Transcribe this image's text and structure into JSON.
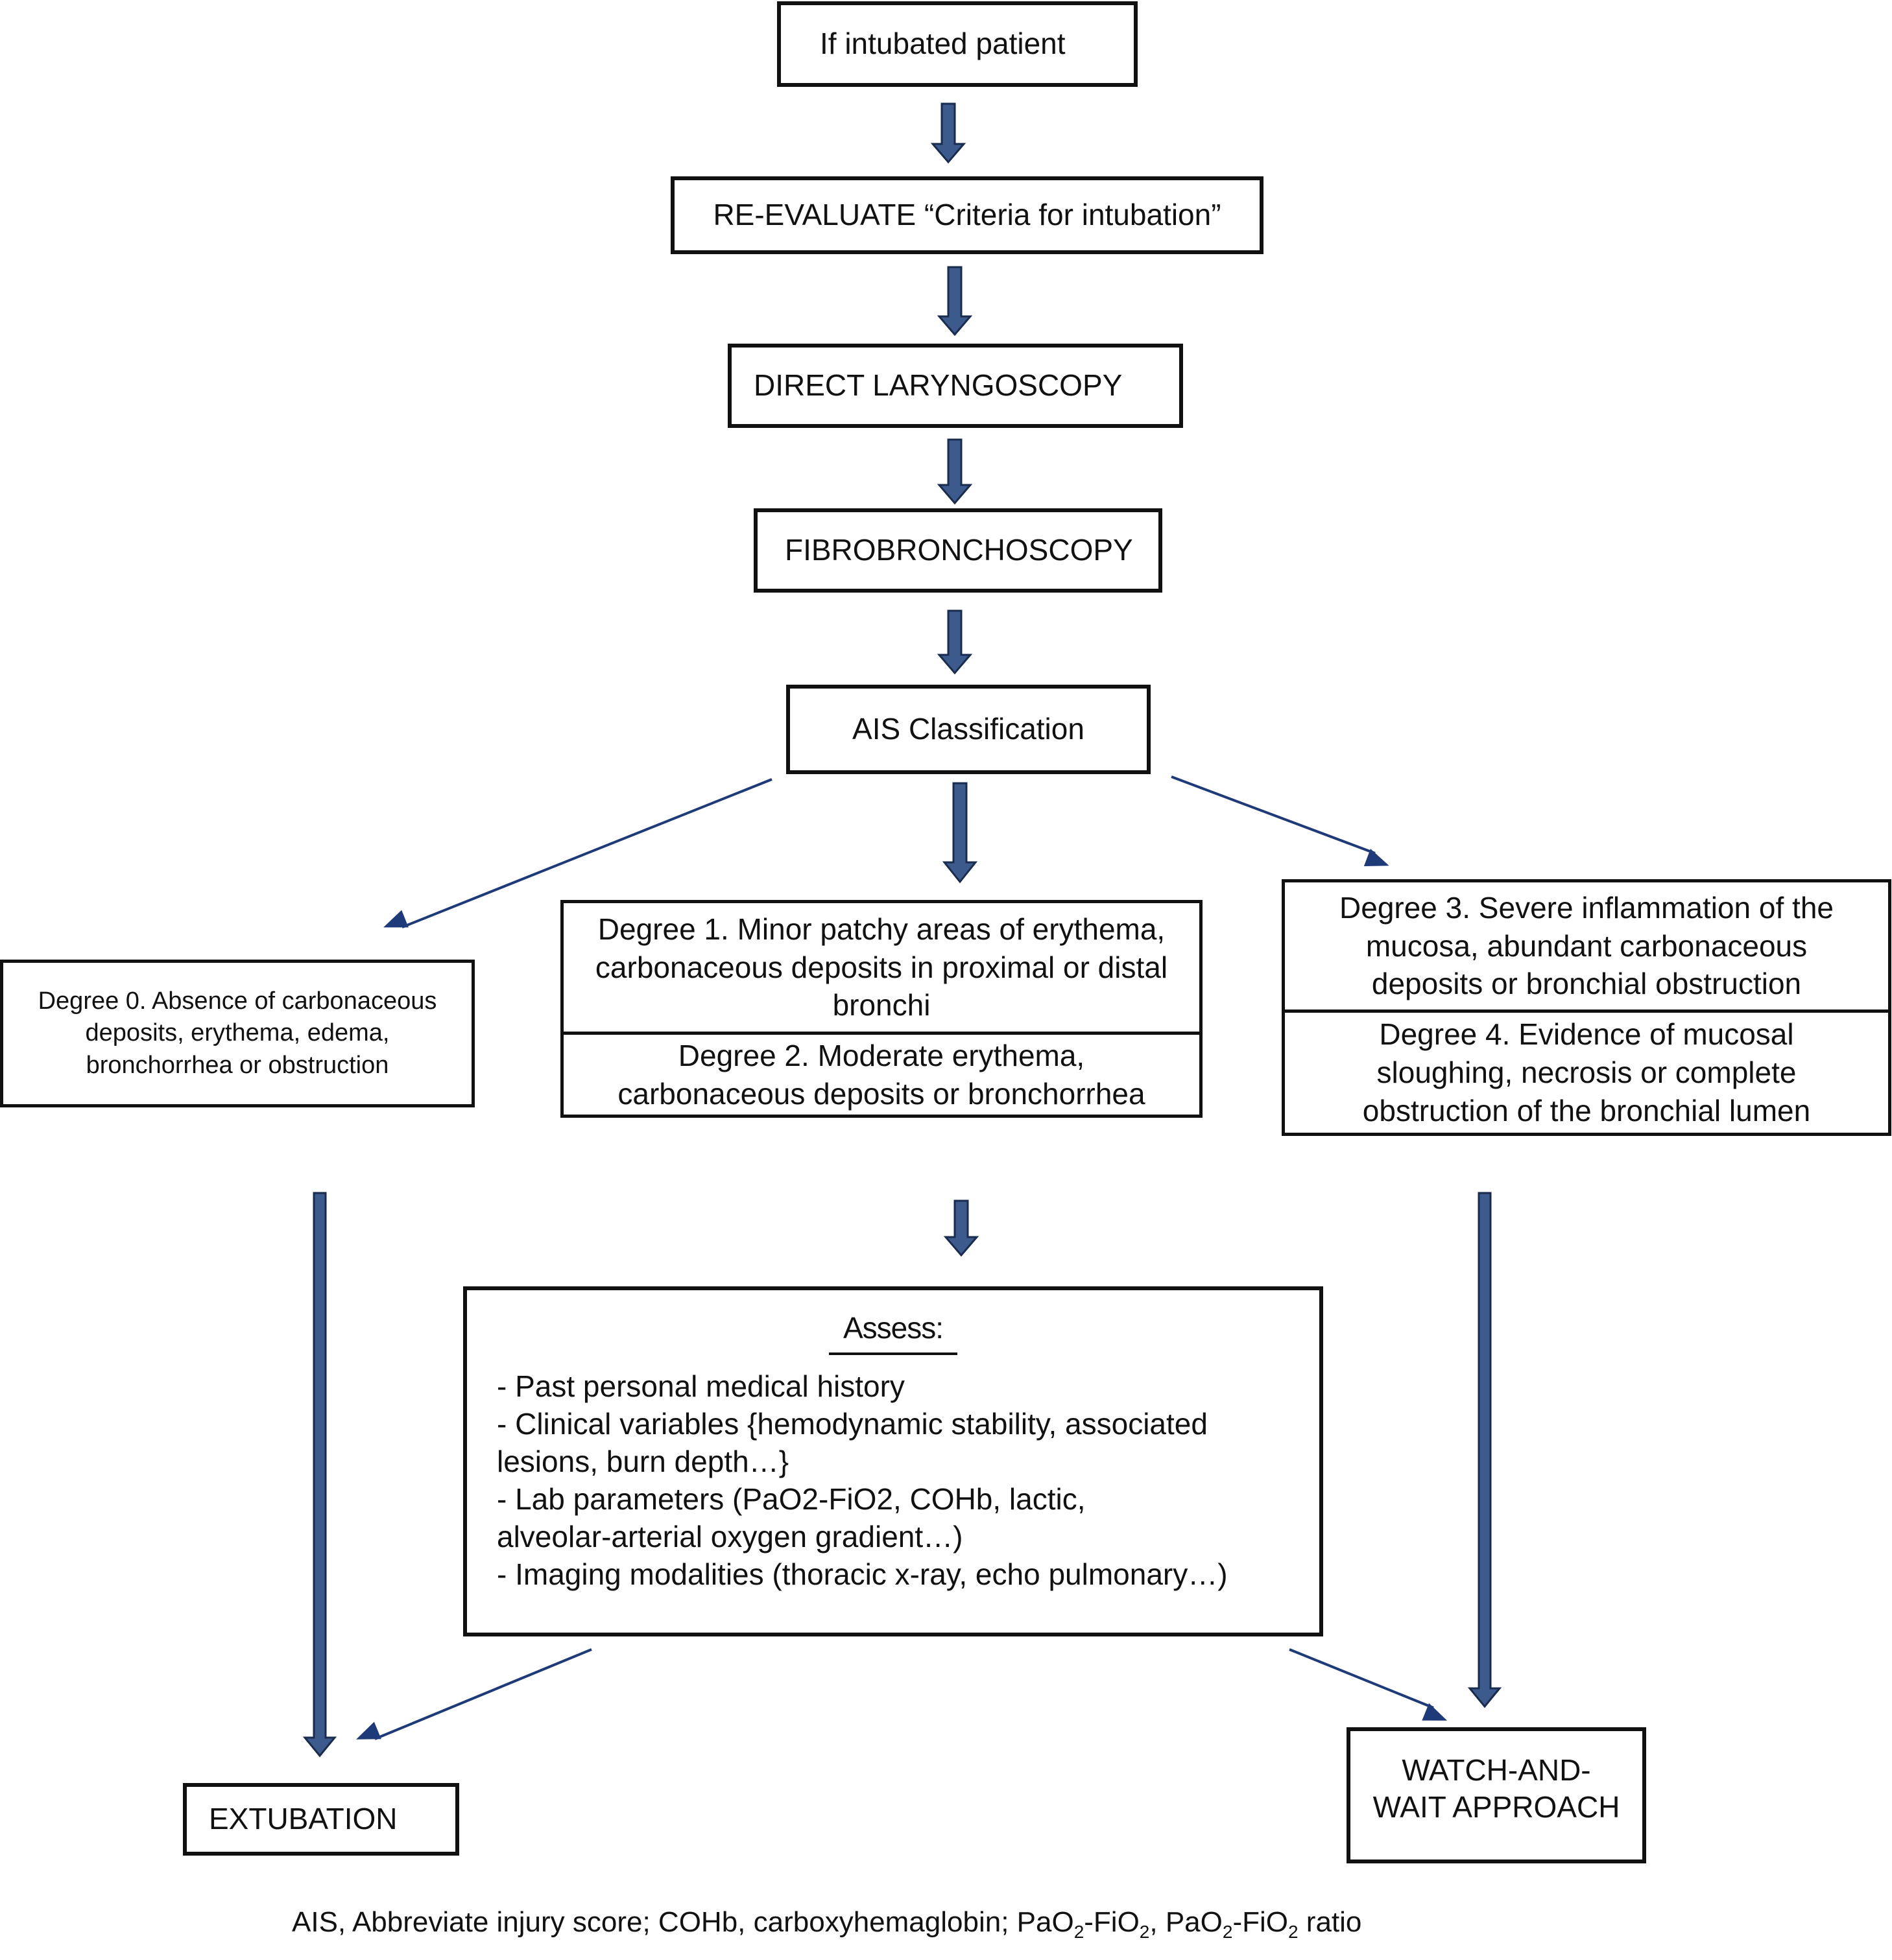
{
  "flow": {
    "start": "If intubated patient",
    "reevaluate": "RE-EVALUATE “Criteria for intubation”",
    "laryngoscopy": "DIRECT LARYNGOSCOPY",
    "fibrobronchoscopy": "FIBROBRONCHOSCOPY",
    "ais": "AIS Classification"
  },
  "degrees": {
    "d0": "Degree 0. Absence of carbonaceous deposits, erythema, edema, bronchorrhea or obstruction",
    "d1": "Degree 1. Minor patchy areas of erythema, carbonaceous deposits in proximal or distal bronchi",
    "d2": "Degree 2. Moderate erythema, carbonaceous deposits or bronchorrhea",
    "d3": "Degree 3. Severe inflammation of the mucosa, abundant carbonaceous deposits or bronchial obstruction",
    "d4": "Degree 4. Evidence of mucosal sloughing, necrosis or complete obstruction of the bronchial lumen"
  },
  "assess": {
    "title": "Assess:",
    "items": [
      "- Past personal medical history",
      "- Clinical variables {hemodynamic stability, associated\n lesions, burn depth…}",
      "- Lab parameters (PaO2-FiO2, COHb, lactic,\n alveolar-arterial oxygen gradient…)",
      "- Imaging modalities (thoracic x-ray, echo pulmonary…)"
    ]
  },
  "outcomes": {
    "extubation": "EXTUBATION",
    "watch_wait": "WATCH-AND-\nWAIT APPROACH"
  },
  "footnote": {
    "part1": "AIS, Abbreviate injury score; COHb, carboxyhemaglobin; PaO",
    "sub1": "2",
    "part2": "-FiO",
    "sub2": "2",
    "part3": ", PaO",
    "sub3": "2",
    "part4": "-FiO",
    "sub4": "2",
    "part5": " ratio"
  },
  "colors": {
    "arrow_fill": "#3d5a8c",
    "arrow_stroke": "#1a2c4e",
    "border": "#111111"
  }
}
